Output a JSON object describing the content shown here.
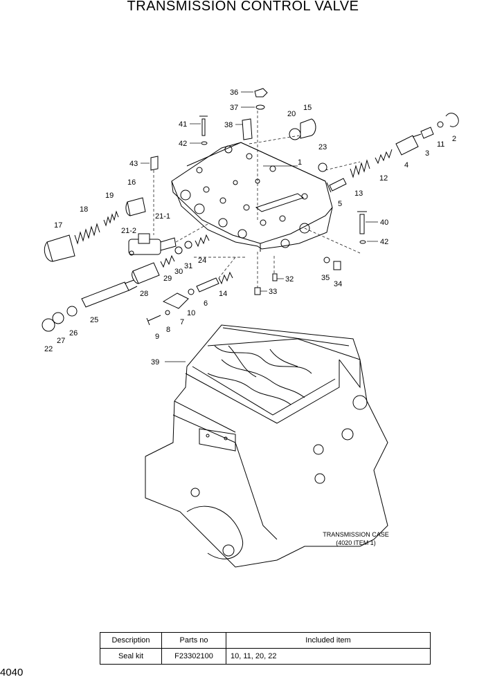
{
  "title": "TRANSMISSION CONTROL VALVE",
  "page_number": "4040",
  "case_note": {
    "line1": "TRANSMISSION CASE",
    "line2": "(4020 ITEM 1)"
  },
  "callouts": [
    "36",
    "37",
    "38",
    "41",
    "42",
    "20",
    "15",
    "23",
    "1",
    "11",
    "2",
    "3",
    "4",
    "12",
    "13",
    "5",
    "43",
    "16",
    "19",
    "18",
    "17",
    "21-1",
    "21-2",
    "31",
    "30",
    "24",
    "29",
    "28",
    "25",
    "22",
    "27",
    "26",
    "9",
    "8",
    "7",
    "10",
    "6",
    "14",
    "32",
    "33",
    "35",
    "34",
    "40",
    "42",
    "39"
  ],
  "kit_table": {
    "headers": [
      "Description",
      "Parts no",
      "Included item"
    ],
    "rows": [
      [
        "Seal kit",
        "F23302100",
        "10, 11, 20, 22"
      ]
    ]
  }
}
